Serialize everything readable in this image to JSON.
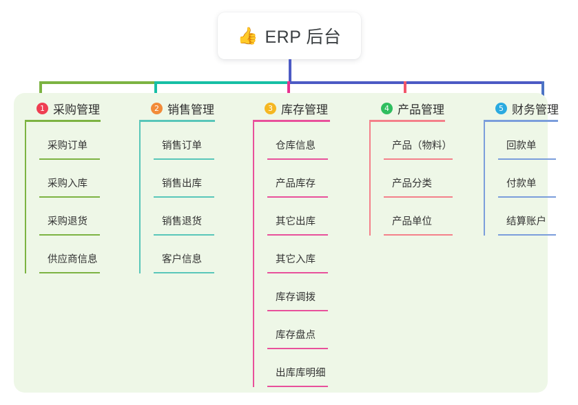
{
  "title": {
    "emoji": "👍",
    "emoji_name": "thumbs-up-icon",
    "text": "ERP 后台"
  },
  "panel": {
    "background": "#eef7e7"
  },
  "connectors": {
    "stem_color": "#4c5ac4",
    "bus_colors": [
      "#7cb342",
      "#17bfa5",
      "#4c5ac4"
    ]
  },
  "columns": [
    {
      "index": "1",
      "title": "采购管理",
      "badge_color": "#ef3e52",
      "line_color": "#7cb342",
      "items": [
        "采购订单",
        "采购入库",
        "采购退货",
        "供应商信息"
      ]
    },
    {
      "index": "2",
      "title": "销售管理",
      "badge_color": "#f28b39",
      "line_color": "#58c6b9",
      "items": [
        "销售订单",
        "销售出库",
        "销售退货",
        "客户信息"
      ]
    },
    {
      "index": "3",
      "title": "库存管理",
      "badge_color": "#f5b722",
      "line_color": "#e8509b",
      "items": [
        "仓库信息",
        "产品库存",
        "其它出库",
        "其它入库",
        "库存调拨",
        "库存盘点",
        "出库库明细"
      ]
    },
    {
      "index": "4",
      "title": "产品管理",
      "badge_color": "#2fbe5f",
      "line_color": "#f4808a",
      "items": [
        "产品（物料）",
        "产品分类",
        "产品单位"
      ]
    },
    {
      "index": "5",
      "title": "财务管理",
      "badge_color": "#2aaae0",
      "line_color": "#7a9ddb",
      "items": [
        "回款单",
        "付款单",
        "结算账户"
      ]
    }
  ]
}
